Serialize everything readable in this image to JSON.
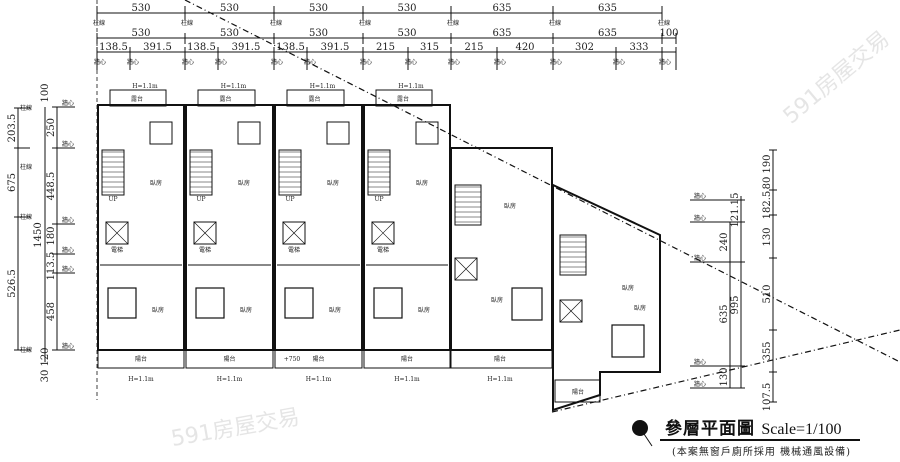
{
  "dims": {
    "top_row1": [
      "530",
      "530",
      "530",
      "530",
      "635",
      "635"
    ],
    "top_row2": [
      "530",
      "530",
      "530",
      "530",
      "635",
      "635",
      "100"
    ],
    "top_row3": [
      "138.5",
      "391.5",
      "138.5",
      "391.5",
      "138.5",
      "391.5",
      "215",
      "315",
      "215",
      "420",
      "302",
      "333"
    ],
    "left_outer": [
      "203.5",
      "675",
      "526.5"
    ],
    "left_total": "1450",
    "left_inner": [
      "250",
      "448.5",
      "180",
      "113.5",
      "458"
    ],
    "left_bottom": [
      "100",
      "120",
      "30"
    ],
    "right_a": [
      "240",
      "635",
      "130"
    ],
    "right_b": [
      "121.15",
      "995"
    ],
    "right_c": [
      "190",
      "80",
      "182.5",
      "130",
      "510",
      "355",
      "107.5"
    ]
  },
  "labels": {
    "column": "柱線",
    "wall": "牆心",
    "bedroom": "臥房",
    "balcony": "陽台",
    "terrace": "露台",
    "elevator": "電梯",
    "railing_height": "H=1.1m",
    "level_mark": "+750",
    "up": "UP"
  },
  "title": {
    "name": "參層平面圖",
    "scale": "Scale=1/100",
    "note": "(本案無窗戶廁所採用 機械通風設備)"
  },
  "watermark": "591房屋交易"
}
